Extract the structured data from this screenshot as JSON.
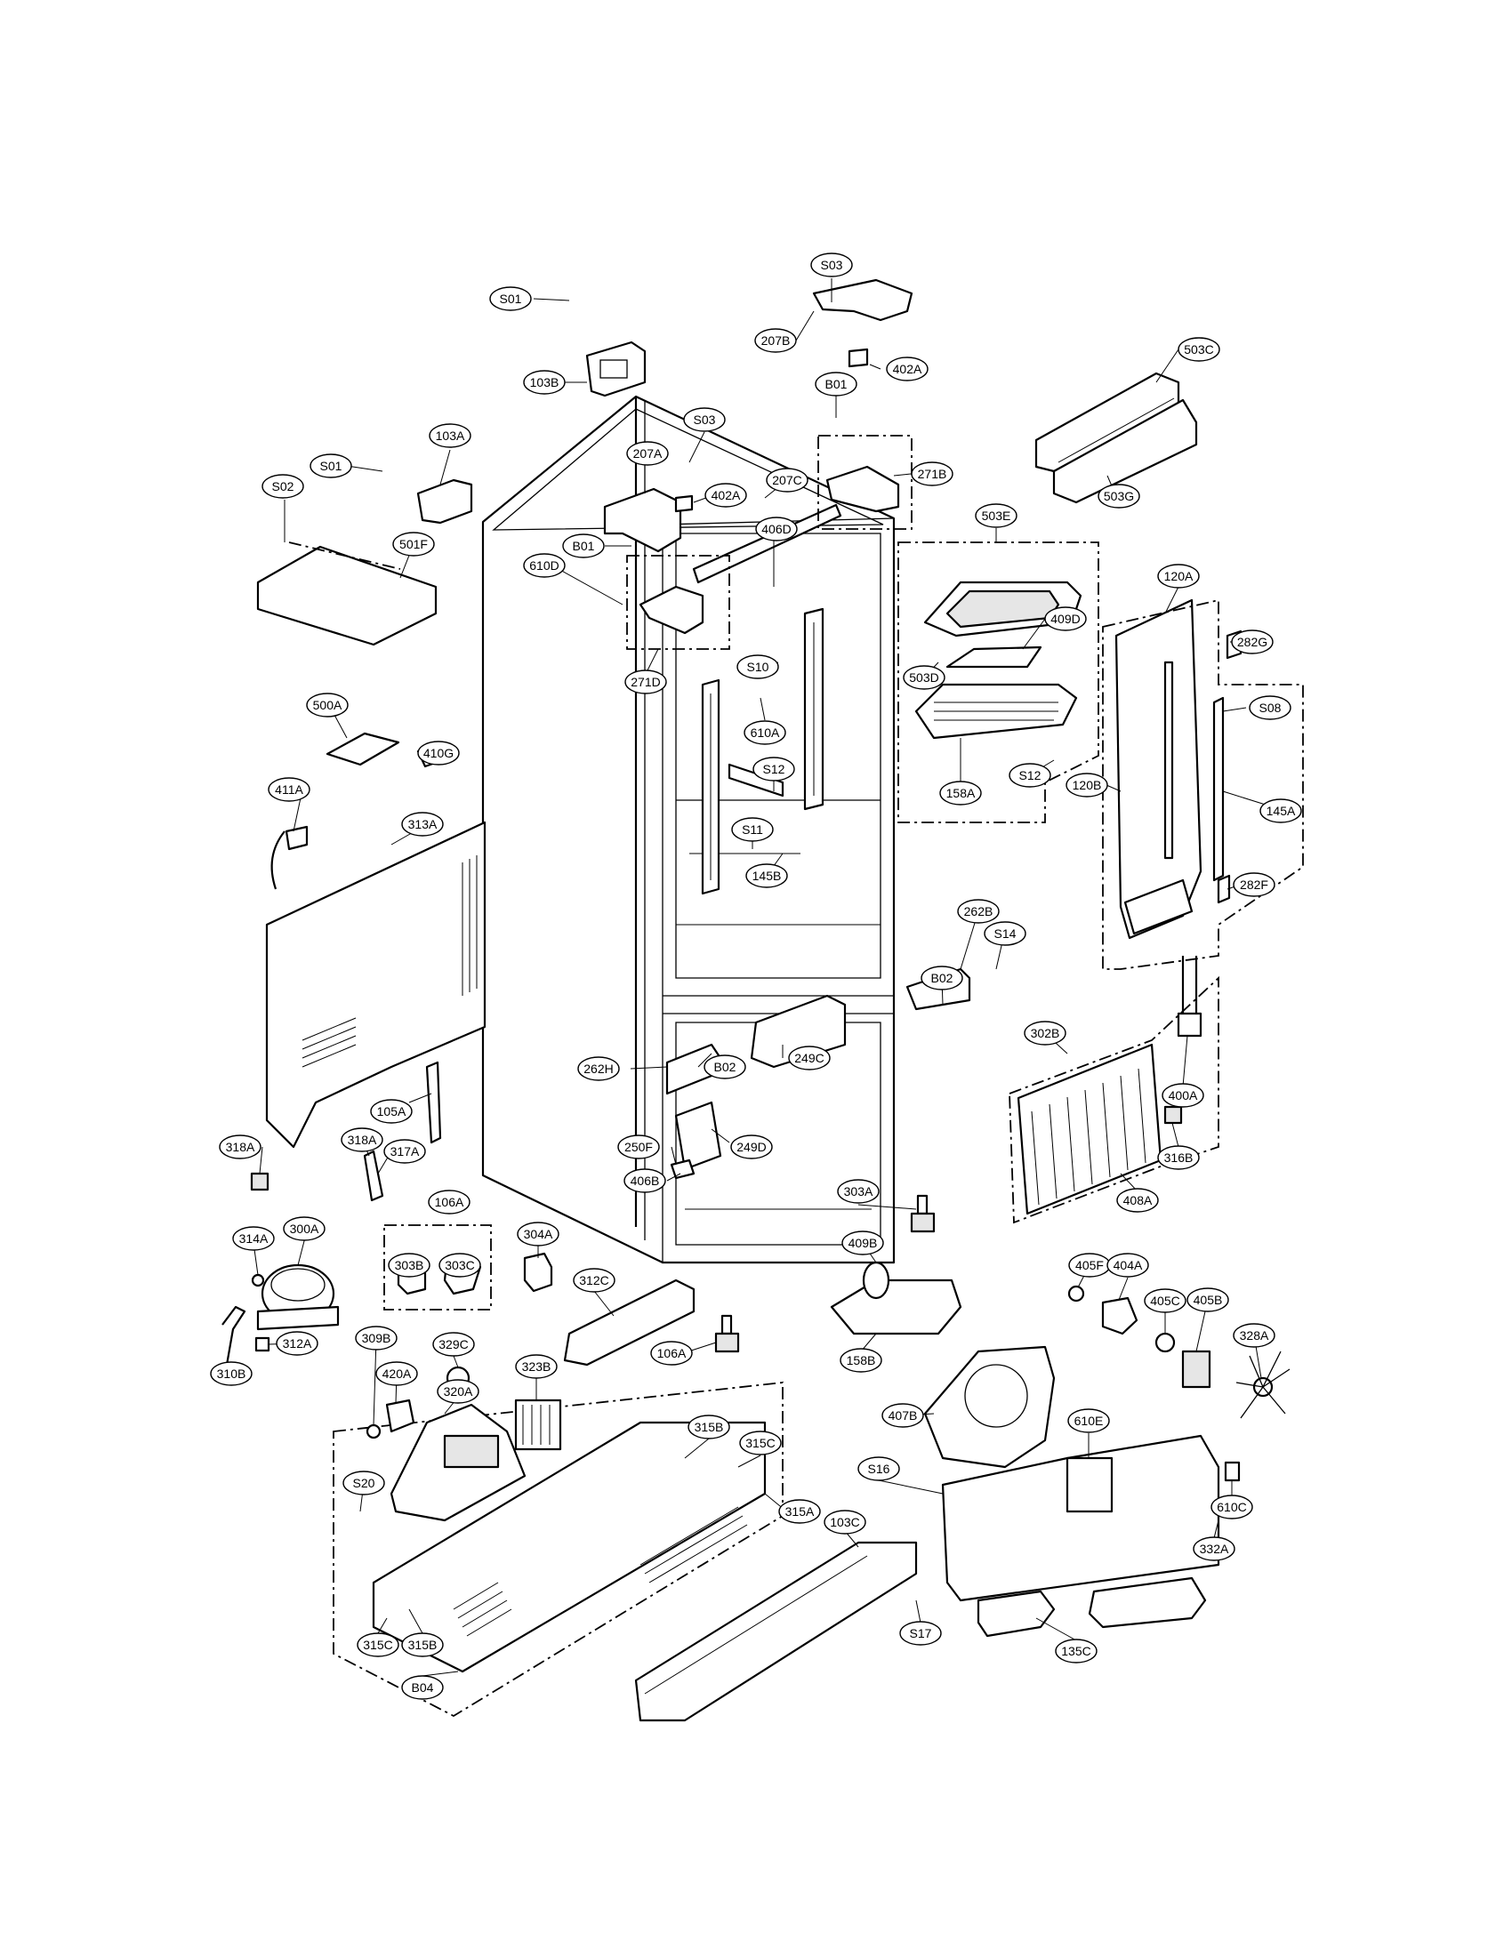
{
  "labels": [
    "S03",
    "S01",
    "207B",
    "503C",
    "103B",
    "402A",
    "B01",
    "103A",
    "S03",
    "207A",
    "271B",
    "S01",
    "402A",
    "207C",
    "503G",
    "S02",
    "406D",
    "501F",
    "B01",
    "503E",
    "610D",
    "409D",
    "120A",
    "282G",
    "271D",
    "S10",
    "503D",
    "S08",
    "500A",
    "610A",
    "410G",
    "S12",
    "S12",
    "158A",
    "120B",
    "145A",
    "411A",
    "313A",
    "S11",
    "145B",
    "282F",
    "262B",
    "S14",
    "B02",
    "302B",
    "262H",
    "B02",
    "249C",
    "105A",
    "400A",
    "318A",
    "318A",
    "317A",
    "250F",
    "249D",
    "316B",
    "406B",
    "303A",
    "106A",
    "408A",
    "304A",
    "409B",
    "314A",
    "300A",
    "303B",
    "303C",
    "312C",
    "405F",
    "404A",
    "405C",
    "106A",
    "405B",
    "312A",
    "158B",
    "309B",
    "329C",
    "328A",
    "310B",
    "420A",
    "323B",
    "320A",
    "407B",
    "315B",
    "315C",
    "610E",
    "S20",
    "S16",
    "610C",
    "315A",
    "332A",
    "103C",
    "S17",
    "315C",
    "315B",
    "135C",
    "B04"
  ]
}
